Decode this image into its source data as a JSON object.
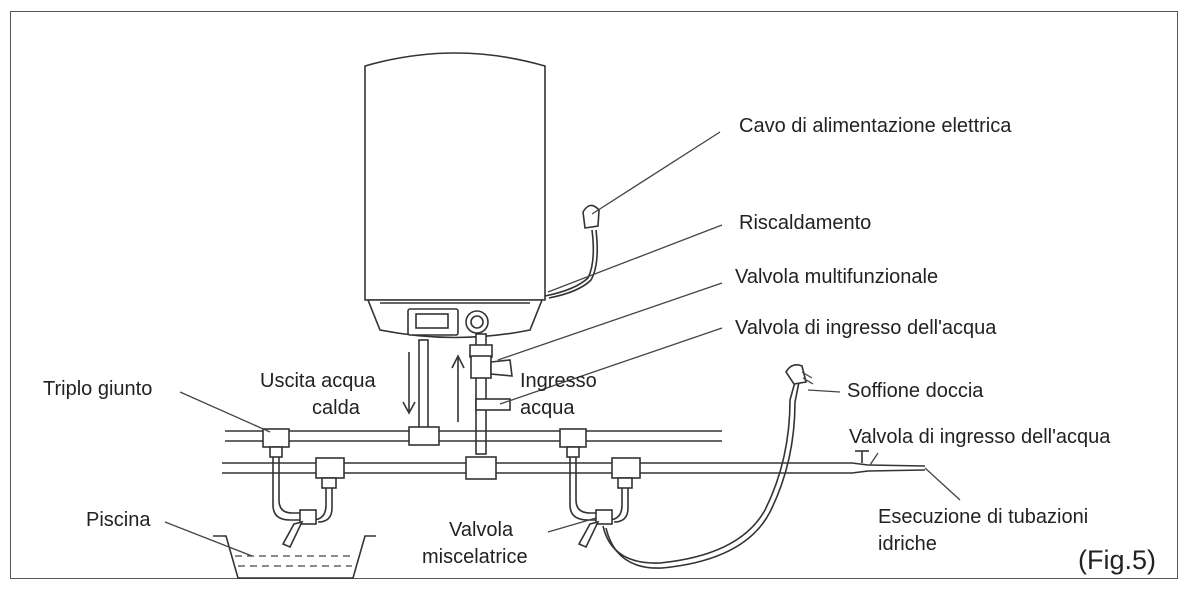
{
  "labels": {
    "power_cable": "Cavo di alimentazione elettrica",
    "heating": "Riscaldamento",
    "multifunction_valve": "Valvola multifunzionale",
    "water_inlet_valve_top": "Valvola di ingresso dell'acqua",
    "triple_joint": "Triplo giunto",
    "hot_water_outlet_line1": "Uscita acqua",
    "hot_water_outlet_line2": "calda",
    "water_inlet_line1": "Ingresso",
    "water_inlet_line2": "acqua",
    "shower_head": "Soffione doccia",
    "water_inlet_valve_right": "Valvola di ingresso dell'acqua",
    "pool": "Piscina",
    "mixing_valve_line1": "Valvola",
    "mixing_valve_line2": "miscelatrice",
    "plumbing_line1": "Esecuzione di tubazioni",
    "plumbing_line2": "idriche",
    "figure": "(Fig.5)"
  },
  "colors": {
    "line": "#333333",
    "text": "#222222",
    "background": "#ffffff",
    "frame": "#555555"
  }
}
